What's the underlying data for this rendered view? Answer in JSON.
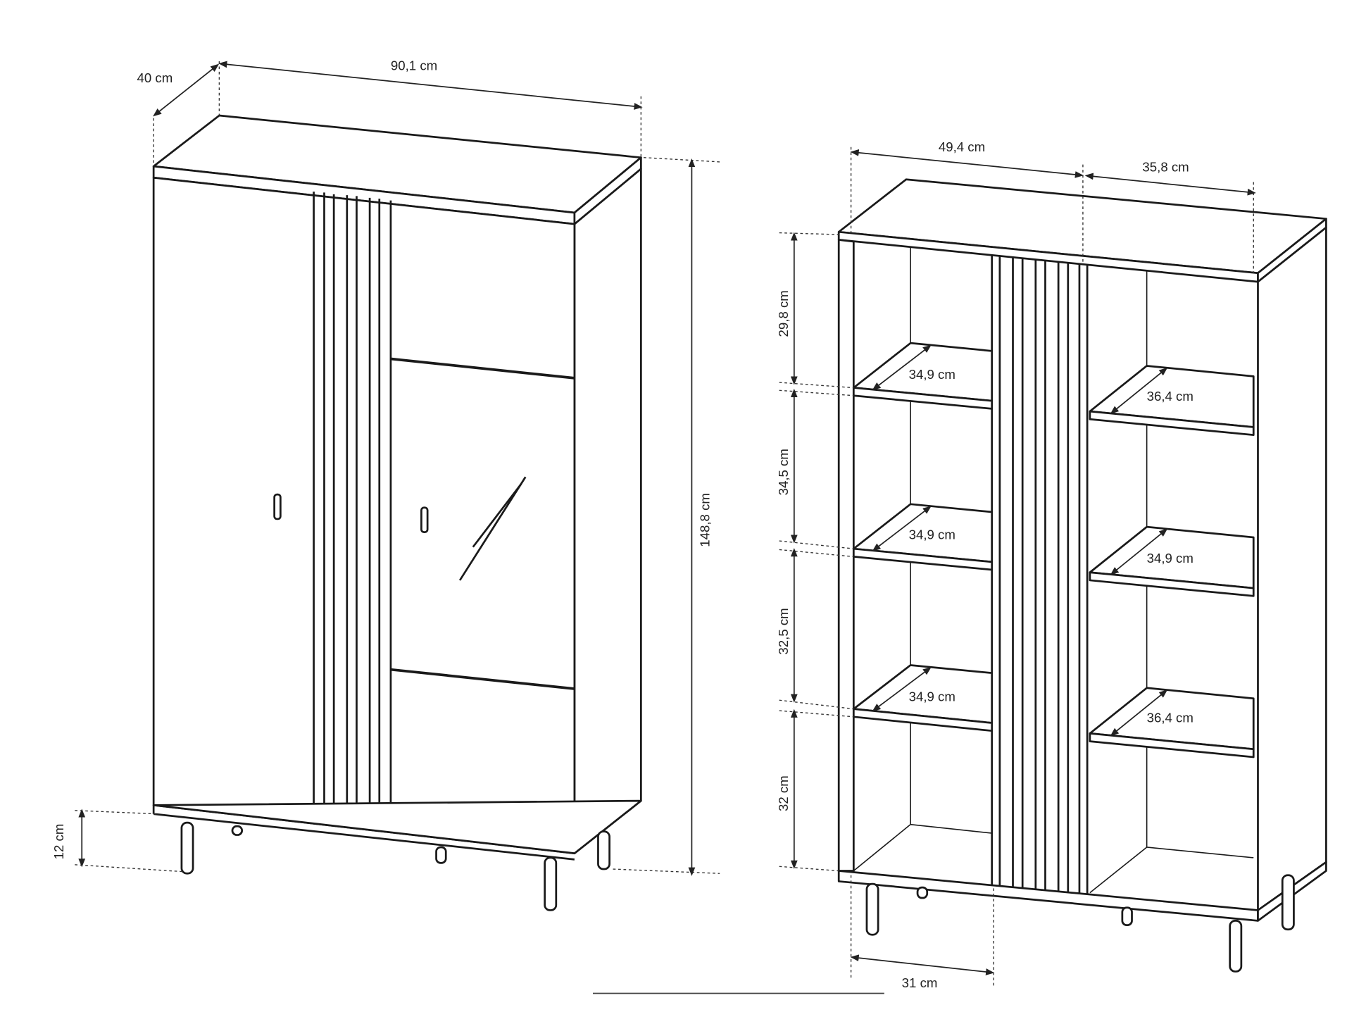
{
  "left_view": {
    "depth": "40 cm",
    "width": "90,1 cm",
    "height": "148,8 cm",
    "leg_height": "12 cm"
  },
  "right_view": {
    "left_width": "49,4 cm",
    "right_width": "35,8 cm",
    "bottom_width": "31 cm",
    "heights": [
      "29,8 cm",
      "34,5 cm",
      "32,5 cm",
      "32 cm"
    ],
    "left_shelves": [
      "34,9 cm",
      "34,9 cm",
      "34,9 cm"
    ],
    "right_shelves": [
      "36,4 cm",
      "34,9 cm",
      "36,4 cm"
    ]
  }
}
